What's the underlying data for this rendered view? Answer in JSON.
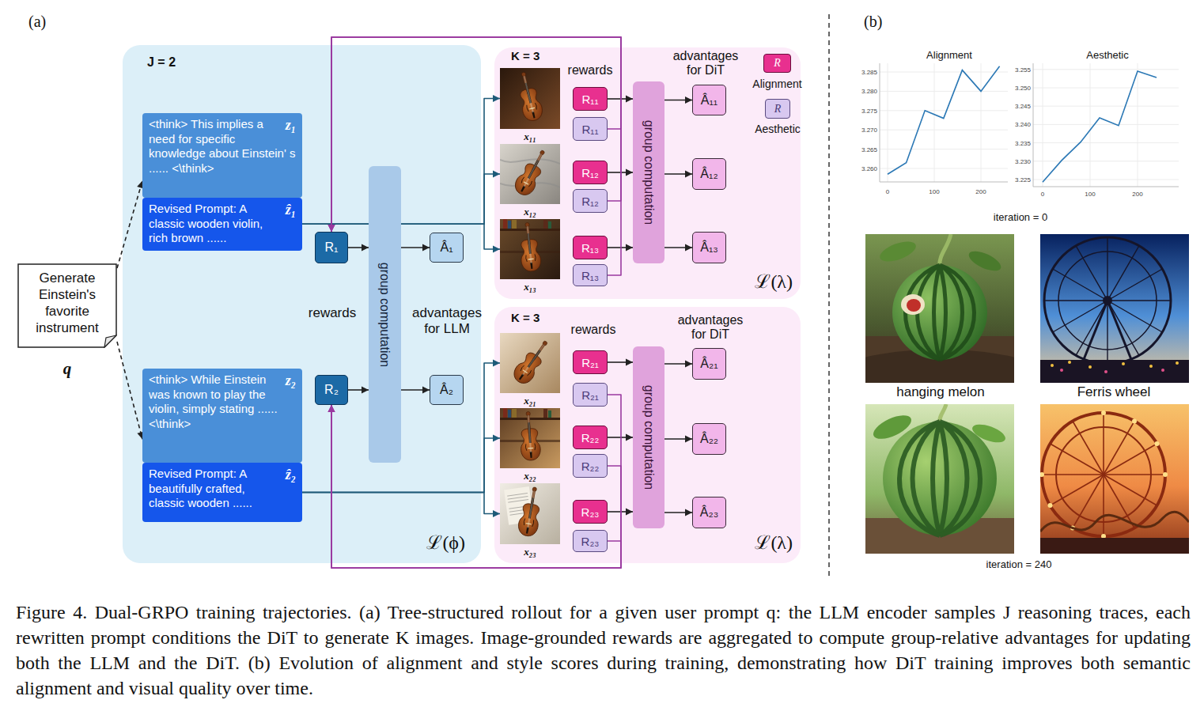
{
  "diagram": {
    "caption": "Figure 4. Dual-GRPO training trajectories. (a) Tree-structured rollout for a given user prompt q: the LLM encoder samples J reasoning traces, each rewritten prompt conditions the DiT to generate K images. Image-grounded rewards are aggregated to compute group-relative advantages for updating both the LLM and the DiT. (b) Evolution of alignment and style scores during training, demonstrating how DiT training improves both semantic alignment and visual quality over time.",
    "nodes": [
      {
        "text": [
          "Generate Einstein's favorite instrument",
          "q"
        ]
      },
      {
        "text": [
          "J = 2",
          "ℒ(ϕ)"
        ]
      },
      {
        "text": [
          "<think> This implies a need for specific knowledge about Einstein' s ...... <\\think>",
          "z₁"
        ],
        "in": 1
      },
      {
        "text": [
          "Revised Prompt: A classic wooden violin, rich brown ......",
          "ẑ₁"
        ],
        "in": 1
      },
      {
        "text": [
          "<think> While Einstein was known to play the violin, simply stating ...... <\\think>",
          "z₂"
        ],
        "in": 1
      },
      {
        "text": [
          "Revised Prompt: A beautifully crafted, classic wooden ......",
          "ẑ₂"
        ],
        "in": 1
      },
      {
        "text": [
          "R₁"
        ],
        "in": 1
      },
      {
        "text": [
          "R₂"
        ],
        "in": 1
      },
      {
        "text": [
          "group computation"
        ],
        "in": 1
      },
      {
        "text": [
          "Â₁"
        ],
        "in": 1
      },
      {
        "text": [
          "Â₂"
        ],
        "in": 1
      },
      {
        "text": [
          "K = 3",
          "ℒ(λ)"
        ]
      },
      {
        "text": [
          "x₁₁"
        ],
        "in": 11
      },
      {
        "text": [
          "x₁₂"
        ],
        "in": 11
      },
      {
        "text": [
          "x₁₃"
        ],
        "in": 11
      },
      {
        "text": [
          "R₁₁"
        ],
        "in": 11
      },
      {
        "text": [
          "R₁₁"
        ],
        "in": 11
      },
      {
        "text": [
          "R₁₂"
        ],
        "in": 11
      },
      {
        "text": [
          "R₁₂"
        ],
        "in": 11
      },
      {
        "text": [
          "R₁₃"
        ],
        "in": 11
      },
      {
        "text": [
          "R₁₃"
        ],
        "in": 11
      },
      {
        "text": [
          "group computation"
        ],
        "in": 11
      },
      {
        "text": [
          "Â₁₁"
        ],
        "in": 11
      },
      {
        "text": [
          "Â₁₂"
        ],
        "in": 11
      },
      {
        "text": [
          "Â₁₃"
        ],
        "in": 11
      },
      {
        "text": [
          "K = 3",
          "ℒ(λ)"
        ]
      },
      {
        "text": [
          "x₂₁"
        ],
        "in": 25
      },
      {
        "text": [
          "x₂₂"
        ],
        "in": 25
      },
      {
        "text": [
          "x₂₃"
        ],
        "in": 25
      },
      {
        "text": [
          "R₂₁"
        ],
        "in": 25
      },
      {
        "text": [
          "R₂₁"
        ],
        "in": 25
      },
      {
        "text": [
          "R₂₂"
        ],
        "in": 25
      },
      {
        "text": [
          "R₂₂"
        ],
        "in": 25
      },
      {
        "text": [
          "R₂₃"
        ],
        "in": 25
      },
      {
        "text": [
          "R₂₃"
        ],
        "in": 25
      },
      {
        "text": [
          "group computation"
        ],
        "in": 25
      },
      {
        "text": [
          "Â₂₁"
        ],
        "in": 25
      },
      {
        "text": [
          "Â₂₂"
        ],
        "in": 25
      },
      {
        "text": [
          "Â₂₃"
        ],
        "in": 25
      }
    ],
    "edges": [
      {
        "from": 0,
        "to": 2,
        "arrow": "to"
      },
      {
        "from": 0,
        "to": 4,
        "arrow": "to"
      },
      {
        "from": 3,
        "to": 12,
        "arrow": "to"
      },
      {
        "from": 3,
        "to": 13,
        "arrow": "to"
      },
      {
        "from": 3,
        "to": 14,
        "arrow": "to"
      },
      {
        "from": 5,
        "to": 26,
        "arrow": "to"
      },
      {
        "from": 5,
        "to": 27,
        "arrow": "to"
      },
      {
        "from": 5,
        "to": 28,
        "arrow": "to"
      },
      {
        "from": 6,
        "to": 8,
        "arrow": "to"
      },
      {
        "from": 7,
        "to": 8,
        "arrow": "to"
      },
      {
        "from": 8,
        "to": 9,
        "arrow": "to"
      },
      {
        "from": 8,
        "to": 10,
        "arrow": "to"
      },
      {
        "from": 15,
        "to": 21,
        "arrow": "to"
      },
      {
        "from": 17,
        "to": 21,
        "arrow": "to"
      },
      {
        "from": 19,
        "to": 21,
        "arrow": "to"
      },
      {
        "from": 21,
        "to": 22,
        "arrow": "to"
      },
      {
        "from": 21,
        "to": 23,
        "arrow": "to"
      },
      {
        "from": 21,
        "to": 24,
        "arrow": "to"
      },
      {
        "from": 29,
        "to": 35,
        "arrow": "to"
      },
      {
        "from": 31,
        "to": 35,
        "arrow": "to"
      },
      {
        "from": 33,
        "to": 35,
        "arrow": "to"
      },
      {
        "from": 35,
        "to": 36,
        "arrow": "to"
      },
      {
        "from": 35,
        "to": 37,
        "arrow": "to"
      },
      {
        "from": 35,
        "to": 38,
        "arrow": "to"
      },
      {
        "from": 16,
        "to": 6,
        "arrow": "to"
      },
      {
        "from": 18,
        "to": 6,
        "arrow": "to"
      },
      {
        "from": 20,
        "to": 6,
        "arrow": "to"
      },
      {
        "from": 30,
        "to": 7,
        "arrow": "to"
      },
      {
        "from": 32,
        "to": 7,
        "arrow": "to"
      },
      {
        "from": 34,
        "to": 7,
        "arrow": "to"
      }
    ],
    "labels": [
      "(a)",
      "rewards",
      "advantages for LLM",
      "rewards",
      "advantages for DiT",
      "R",
      "R",
      "rewards",
      "advantages for DiT",
      "(b)",
      "Alignment",
      "3.285",
      "3.280",
      "3.275",
      "3.270",
      "3.265",
      "3.260",
      "0",
      "100",
      "200",
      "Aesthetic",
      "3.255",
      "3.250",
      "3.245",
      "3.240",
      "3.235",
      "3.230",
      "3.225",
      "0",
      "100",
      "200",
      "iteration = 0",
      "hanging melon",
      "Ferris wheel",
      "iteration = 240"
    ],
    "legend": [
      {
        "text": "Alignment",
        "color": "#e8308f"
      },
      {
        "text": "Aesthetic",
        "color": "#d8c8f0"
      }
    ]
  }
}
